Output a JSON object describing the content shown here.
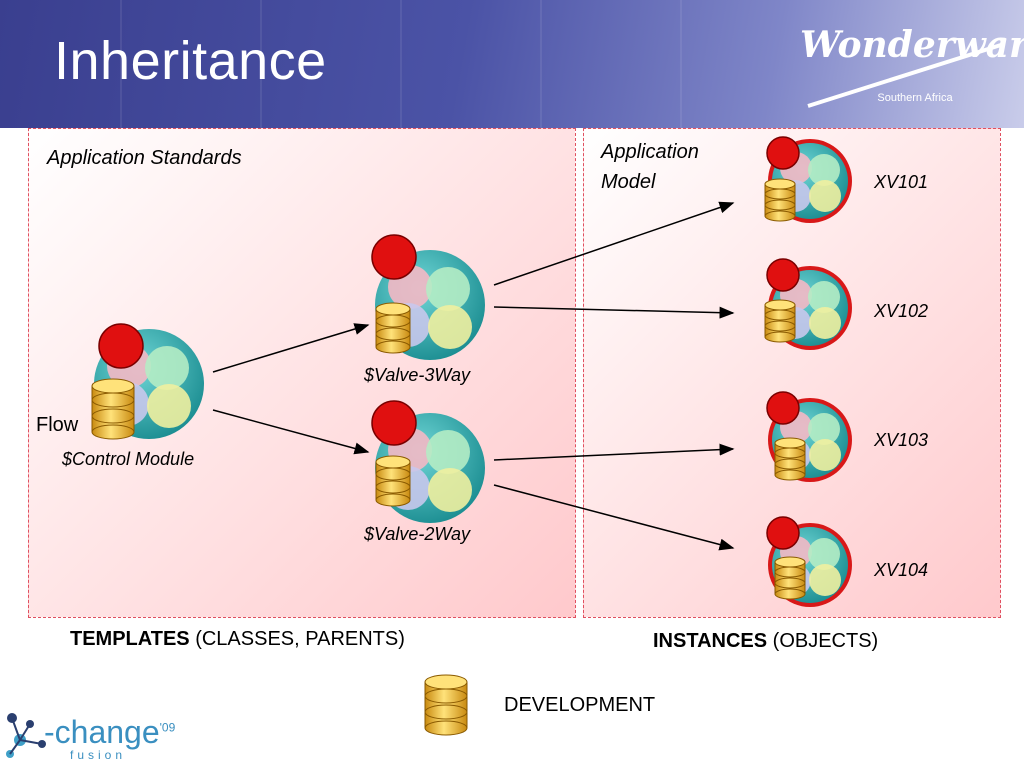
{
  "header": {
    "title": "Inheritance",
    "logo": {
      "text": "Wonderware",
      "subtitle": "Southern Africa"
    }
  },
  "panels": {
    "templates": {
      "label": "Application Standards"
    },
    "instances": {
      "label_line1": "Application",
      "label_line2": "Model"
    }
  },
  "templates": {
    "control_module": {
      "label": "$Control Module",
      "prefix": "Flow"
    },
    "valve_3way": {
      "label": "$Valve-3Way"
    },
    "valve_2way": {
      "label": "$Valve-2Way"
    }
  },
  "instances": [
    {
      "label": "XV101"
    },
    {
      "label": "XV102"
    },
    {
      "label": "XV103"
    },
    {
      "label": "XV104"
    }
  ],
  "captions": {
    "templates_bold": "TEMPLATES",
    "templates_rest": "(CLASSES, PARENTS)",
    "instances_bold": "INSTANCES",
    "instances_rest": "(OBJECTS)",
    "development": "DEVELOPMENT"
  },
  "footer_logo": {
    "text": "-change",
    "superscript": "'09",
    "sub": "fusion"
  },
  "colors": {
    "header": "#4b53a6",
    "panel_border": "#e05060",
    "status_dot": "#e01010",
    "instance_ring": "#d81818",
    "object_teal": "#22a3a3",
    "database": "#e8b420"
  }
}
